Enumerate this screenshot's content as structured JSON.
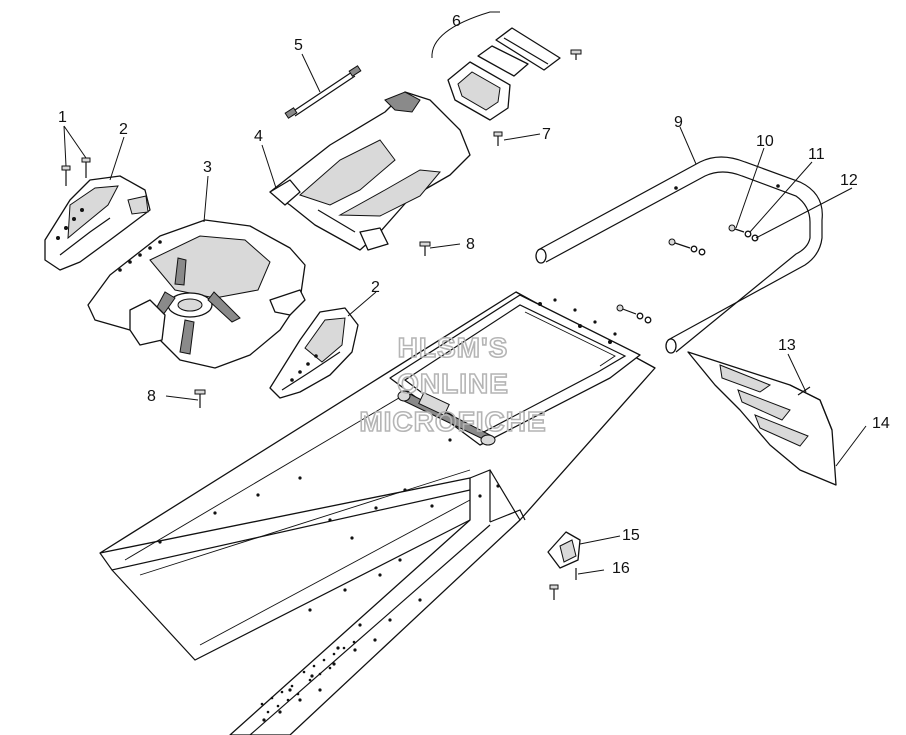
{
  "watermark": {
    "line1": "HLSM'S",
    "line2": "ONLINE",
    "line3": "MICROFICHE"
  },
  "callouts": {
    "c1": "1",
    "c2a": "2",
    "c2b": "2",
    "c3": "3",
    "c4": "4",
    "c5": "5",
    "c6": "6",
    "c7": "7",
    "c8a": "8",
    "c8b": "8",
    "c9": "9",
    "c10": "10",
    "c11": "11",
    "c12": "12",
    "c13": "13",
    "c14": "14",
    "c15": "15",
    "c16": "16"
  }
}
